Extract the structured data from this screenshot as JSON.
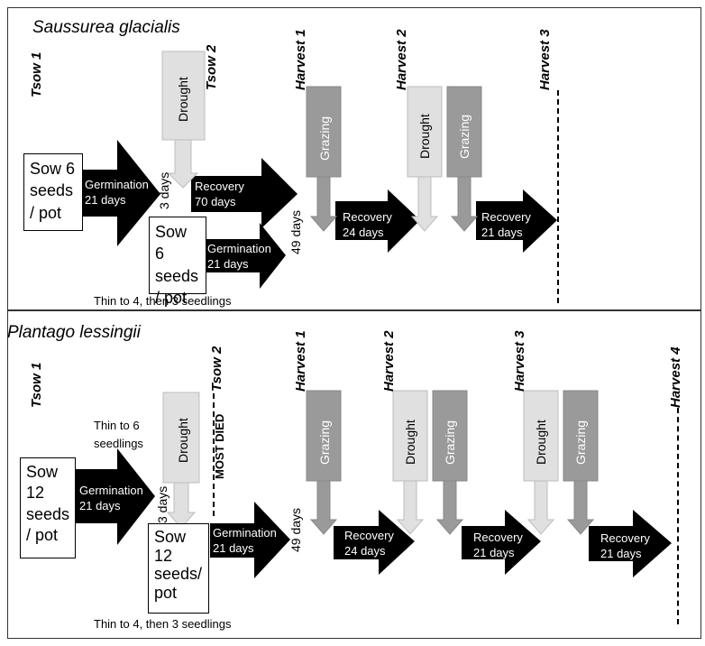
{
  "panel_top": {
    "title": "Saussurea glacialis",
    "tsow1": "Tsow 1",
    "tsow2": "Tsow 2",
    "harvest1": "Harvest 1",
    "harvest2": "Harvest 2",
    "harvest3": "Harvest 3",
    "sow1": "Sow 6 seeds / pot",
    "sow2": "Sow 6 seeds / pot",
    "germ1_line1": "Germination",
    "germ1_line2": "21 days",
    "germ2_line1": "Germination",
    "germ2_line2": "21 days",
    "drought": "Drought",
    "three_days": "3 days",
    "recovery70_line1": "Recovery",
    "recovery70_line2": "70 days",
    "grazing1": "Grazing",
    "forty_nine_days": "49 days",
    "recovery24_line1": "Recovery",
    "recovery24_line2": "24 days",
    "drought2": "Drought",
    "grazing2": "Grazing",
    "recovery21_line1": "Recovery",
    "recovery21_line2": "21 days",
    "thin": "Thin to 4, then 3 seedlings"
  },
  "panel_bottom": {
    "title": "Plantago lessingii",
    "tsow1": "Tsow 1",
    "tsow2": "Tsow 2",
    "most_died": "MOST DIED",
    "harvest1": "Harvest 1",
    "harvest2": "Harvest 2",
    "harvest3": "Harvest 3",
    "harvest4": "Harvest 4",
    "thin6_line1": "Thin to 6",
    "thin6_line2": "seedlings",
    "sow1_l1": "Sow",
    "sow1_l2": "12",
    "sow1_l3": "seeds",
    "sow1_l4": "/ pot",
    "sow2_l1": "Sow",
    "sow2_l2": "12",
    "sow2_l3": "seeds/",
    "sow2_l4": "pot",
    "germ1_line1": "Germination",
    "germ1_line2": "21 days",
    "germ2_line1": "Germination",
    "germ2_line2": "21 days",
    "drought1": "Drought",
    "three_days": "3 days",
    "forty_nine_days": "49 days",
    "grazing1": "Grazing",
    "recovery1_line1": "Recovery",
    "recovery1_line2": "24 days",
    "drought2": "Drought",
    "grazing2": "Grazing",
    "recovery2_line1": "Recovery",
    "recovery2_line2": "21 days",
    "drought3": "Drought",
    "grazing3": "Grazing",
    "recovery3_line1": "Recovery",
    "recovery3_line2": "21 days",
    "thin4": "Thin to 4, then 3 seedlings"
  },
  "colors": {
    "arrow_black": "#000000",
    "drought_fill": "#e0e0e0",
    "grazing_fill": "#9a9a9a",
    "border": "#333333"
  }
}
